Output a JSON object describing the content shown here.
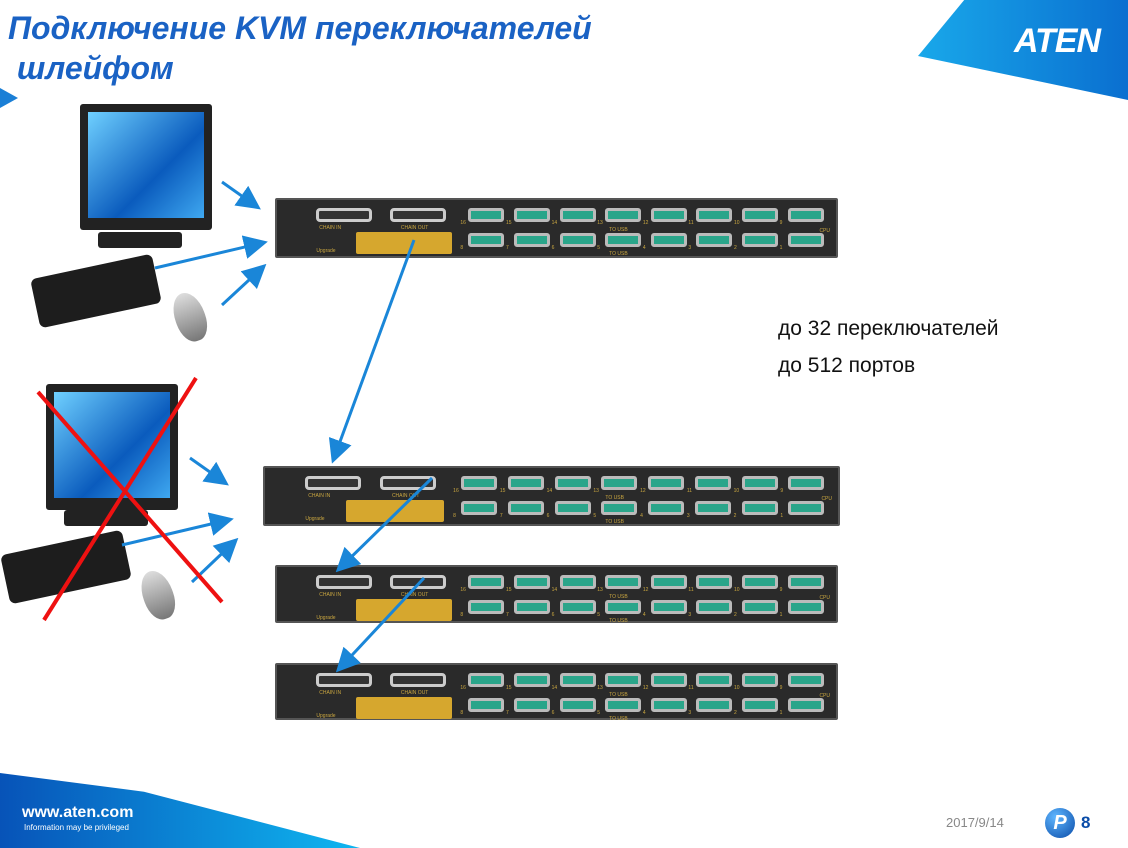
{
  "title": {
    "line1": "Подключение KVM переключателей",
    "line2": " шлейфом"
  },
  "logo": "ATEN",
  "info": {
    "line1": "до 32   переключателей",
    "line2": "до 512 портов"
  },
  "footer": {
    "url": "www.aten.com",
    "note": "Information may be privileged",
    "date": "2017/9/14",
    "badge": "P",
    "page": "8"
  },
  "switch_labels": {
    "chain_in": "CHAIN IN",
    "chain_out": "CHAIN OUT",
    "upgrade": "Upgrade",
    "to_usb": "TO USB",
    "cpu": "CPU",
    "top_ports": [
      "16",
      "15",
      "14",
      "13",
      "12",
      "11",
      "10",
      "9"
    ],
    "bottom_ports": [
      "8",
      "7",
      "6",
      "5",
      "4",
      "3",
      "2",
      "1"
    ]
  },
  "colors": {
    "accent": "#1a62c4",
    "arrow": "#1a86d8",
    "cross": "#ee1111"
  }
}
